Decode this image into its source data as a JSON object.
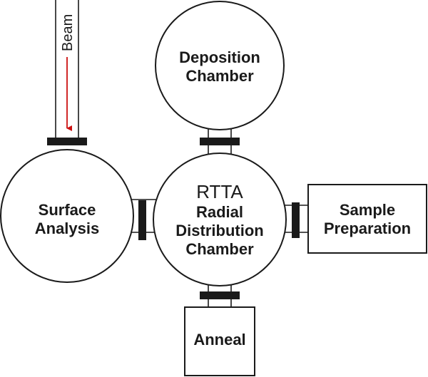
{
  "diagram": {
    "colors": {
      "line": "#1a1a1a",
      "arrow": "#cc1111",
      "background": "#ffffff"
    },
    "beam": {
      "label": "Beam"
    },
    "chambers": {
      "deposition": {
        "line1": "Deposition",
        "line2": "Chamber"
      },
      "surface": {
        "line1": "Surface",
        "line2": "Analysis"
      },
      "rtta": {
        "line1": "RTTA",
        "line2": "Radial",
        "line3": "Distribution",
        "line4": "Chamber"
      },
      "sample": {
        "line1": "Sample",
        "line2": "Preparation"
      },
      "anneal": {
        "line1": "Anneal"
      }
    }
  }
}
